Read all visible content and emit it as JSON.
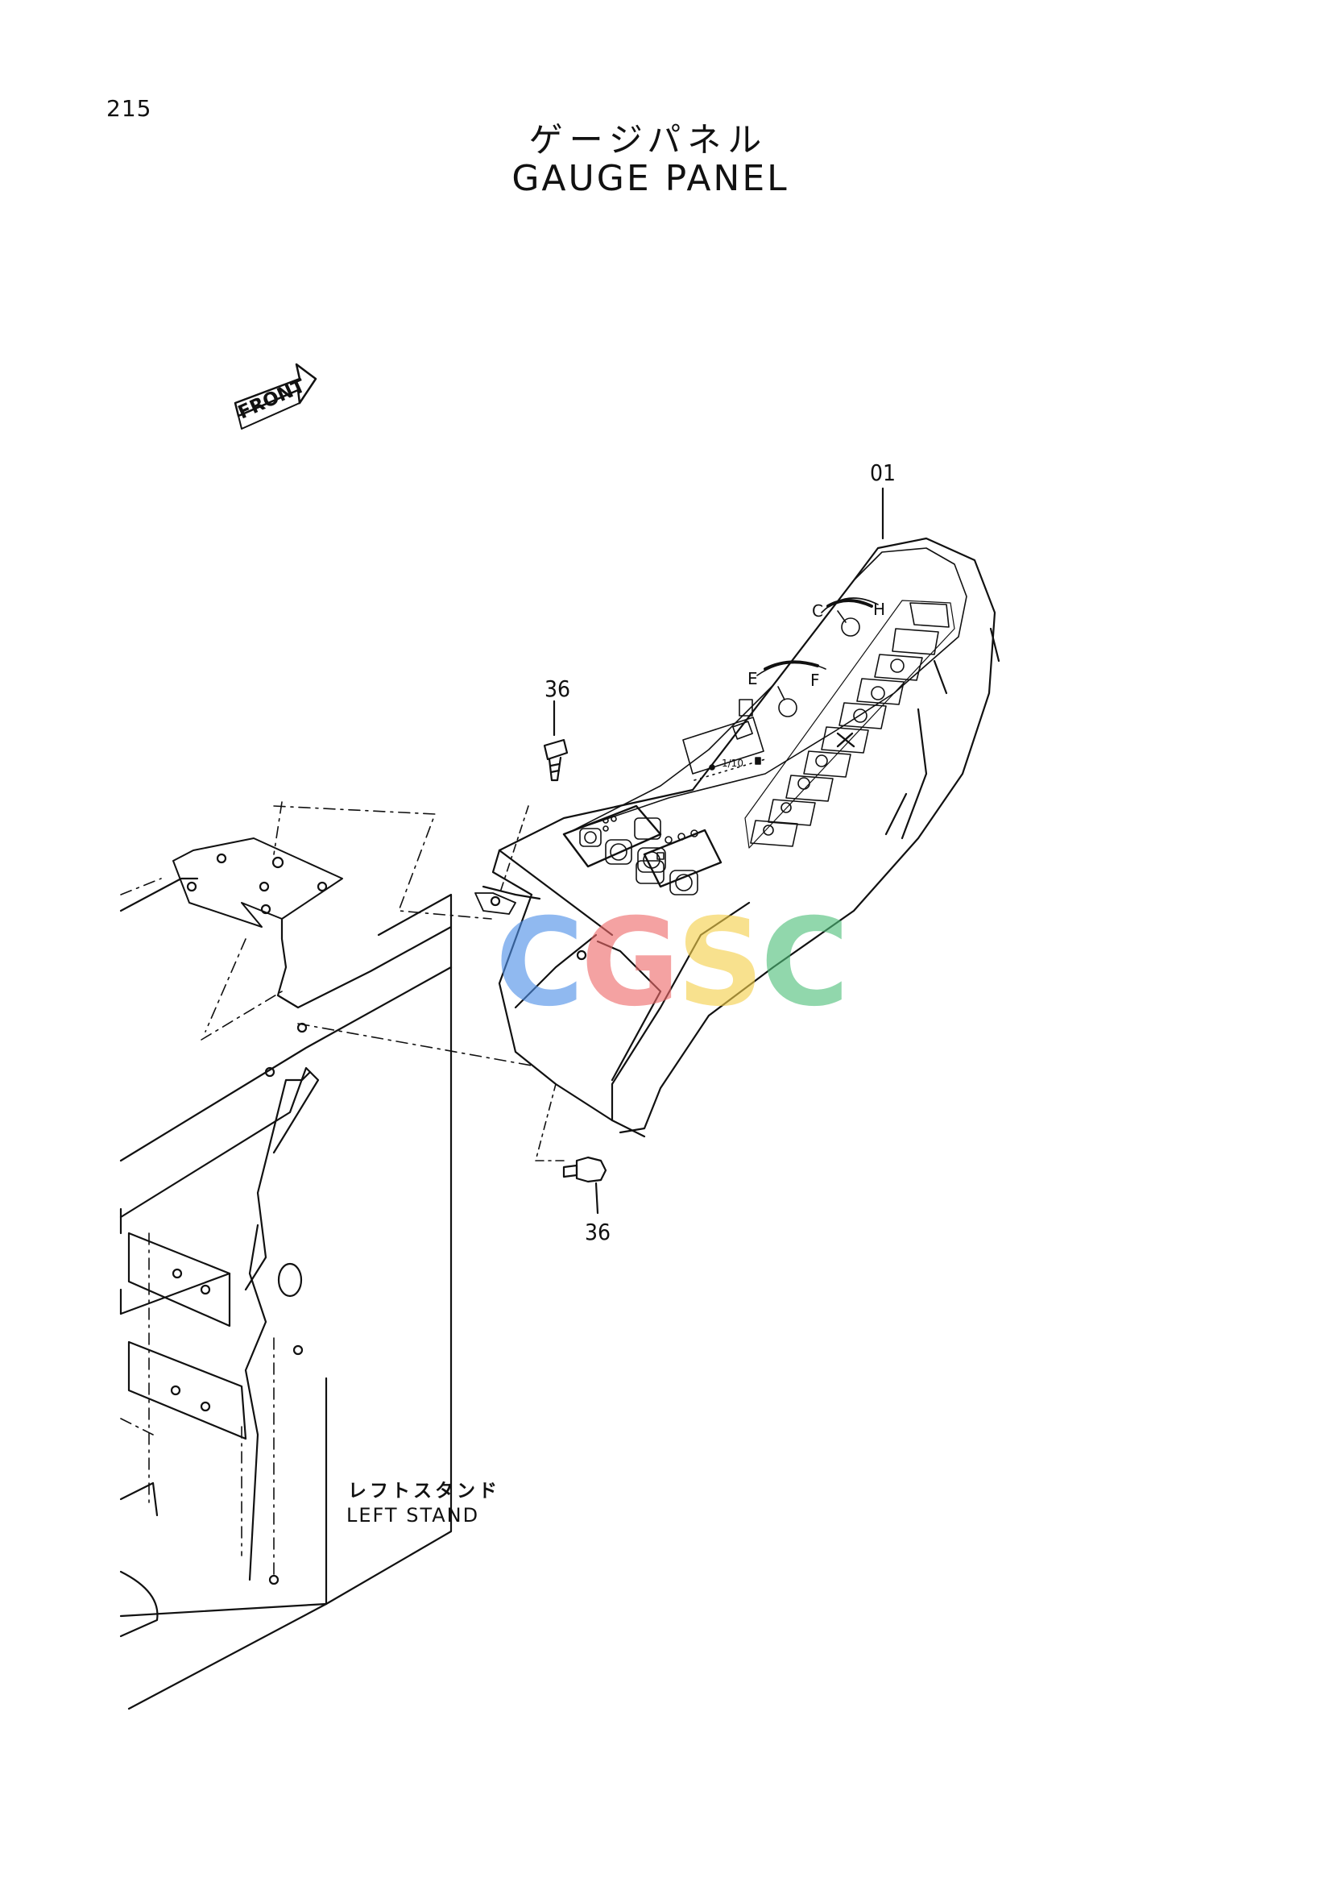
{
  "page": {
    "number": "215"
  },
  "title": {
    "japanese": "ゲージパネル",
    "english": "GAUGE PANEL"
  },
  "direction": {
    "label": "FRONT"
  },
  "callouts": {
    "panel": "01",
    "bolt_top": "36",
    "bolt_bottom": "36"
  },
  "stand": {
    "japanese": "レフトスタンド",
    "english": "LEFT STAND"
  },
  "gauges": {
    "temp_cold": "C",
    "temp_hot": "H",
    "fuel_empty": "E",
    "fuel_full": "F",
    "hour_suffix": "1/10"
  },
  "watermark": {
    "letters": [
      "C",
      "G",
      "S",
      "C"
    ],
    "colors": [
      "#4d8fe8",
      "#ee6a6a",
      "#f5cf4a",
      "#4fbf7a"
    ]
  }
}
